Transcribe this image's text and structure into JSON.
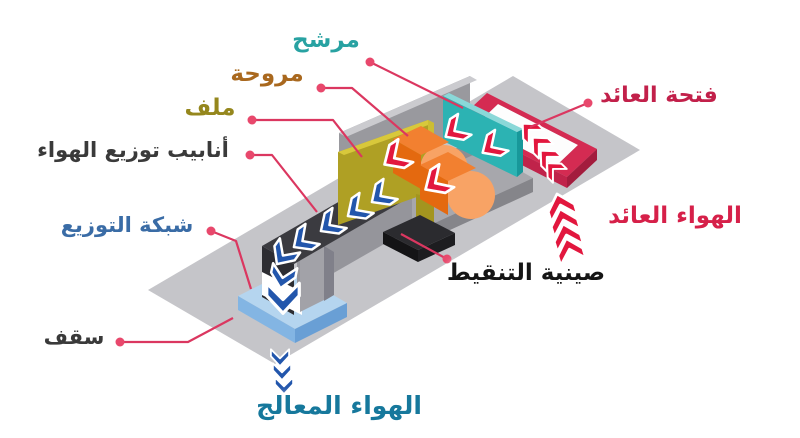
{
  "diagram": {
    "type": "hvac-air-handling-isometric",
    "labels": {
      "filter": {
        "text": "مرشح",
        "color": "#28a2a2"
      },
      "fan": {
        "text": "مروحة",
        "color": "#a9681e"
      },
      "coil": {
        "text": "ملف",
        "color": "#95871d"
      },
      "ducts": {
        "text": "أنابيب توزيع الهواء",
        "color": "#3a3a3a"
      },
      "grille": {
        "text": "شبكة التوزيع",
        "color": "#3a6ca6"
      },
      "ceiling": {
        "text": "سقف",
        "color": "#3a3a3a"
      },
      "treated_air": {
        "text": "الهواء المعالج",
        "color": "#16789c"
      },
      "drip_tray": {
        "text": "صينية التنقيط",
        "color": "#151515"
      },
      "return_vent": {
        "text": "فتحة العائد",
        "color": "#c2204a"
      },
      "return_air": {
        "text": "الهواء العائد",
        "color": "#d62049"
      }
    },
    "colors": {
      "leader_line": "#db3760",
      "supply_air_arrows": "#2256ac",
      "return_air_arrows": "#e2173e",
      "filter_panel": "#2cb3b3",
      "fan_cylinder": "#f28030",
      "coil_panel": "#afa024",
      "duct": "#3b3b40",
      "grille_platform": "#83b5e3",
      "ceiling_slab": "#c5c5c9",
      "return_frame": "#d42b52",
      "drip_tray": "#2b2b2f"
    }
  }
}
